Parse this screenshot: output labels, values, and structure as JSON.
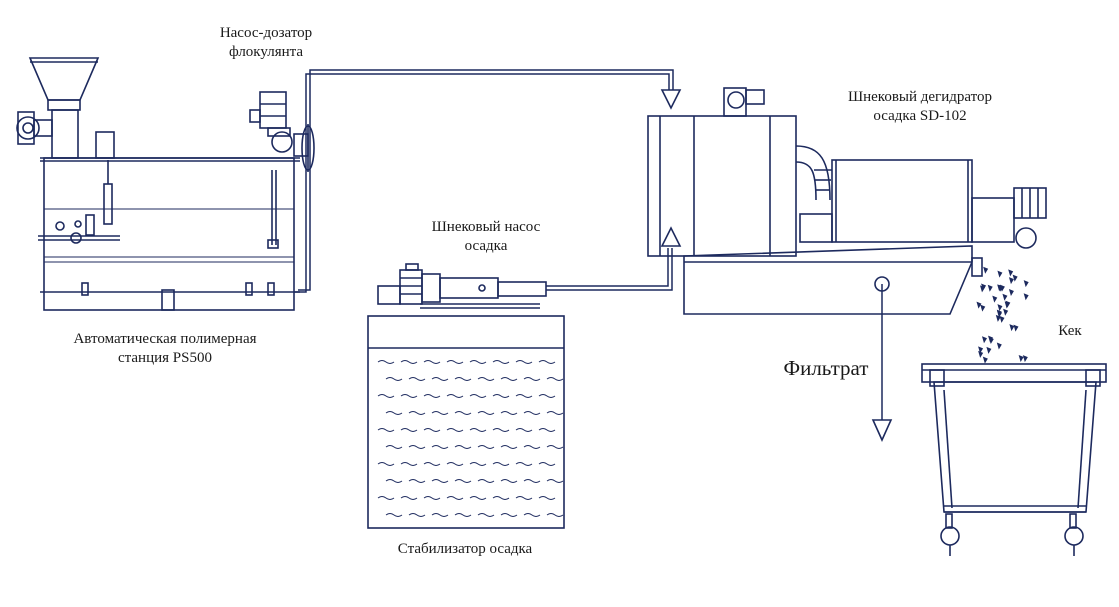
{
  "labels": {
    "dosing_pump": [
      "Насос-дозатор",
      "флокулянта"
    ],
    "polymer_station": [
      "Автоматическая полимерная",
      "станция PS500"
    ],
    "screw_pump": [
      "Шнековый насос",
      "осадка"
    ],
    "dehydrator": [
      "Шнековый дегидратор",
      "осадка SD-102"
    ],
    "stabilizer": "Стабилизатор осадка",
    "filtrate": "Фильтрат",
    "cake": "Кек"
  },
  "colors": {
    "line": "#1d2a5e",
    "text": "#1a1a1a",
    "background": "#ffffff"
  }
}
